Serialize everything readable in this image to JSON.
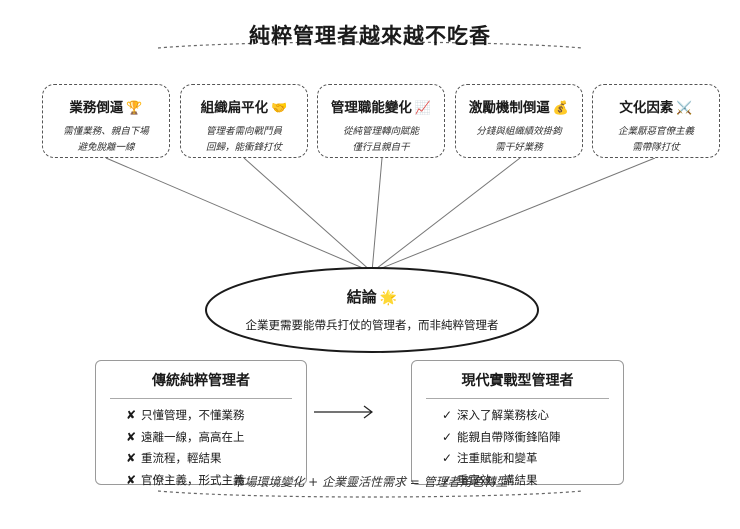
{
  "title": "純粹管理者越來越不吃香",
  "factors": [
    {
      "heading": "業務倒逼",
      "icon": "trophy-icon",
      "emoji": "🏆",
      "lines": [
        "需懂業務、親自下場",
        "避免脫離一線"
      ]
    },
    {
      "heading": "組織扁平化",
      "icon": "handshake-icon",
      "emoji": "🤝",
      "lines": [
        "管理者需向戰鬥員",
        "回歸，能衝鋒打仗"
      ]
    },
    {
      "heading": "管理職能變化",
      "icon": "chart-increasing-icon",
      "emoji": "📈",
      "lines": [
        "從純管理轉向賦能",
        "僅行且親自干"
      ]
    },
    {
      "heading": "激勵機制倒逼",
      "icon": "money-bag-icon",
      "emoji": "💰",
      "lines": [
        "分錢與組織績效掛鉤",
        "需干好業務"
      ]
    },
    {
      "heading": "文化因素",
      "icon": "crossed-swords-icon",
      "emoji": "⚔️",
      "lines": [
        "企業厭惡官僚主義",
        "需帶隊打仗"
      ]
    }
  ],
  "conclusion": {
    "heading": "結論",
    "icon": "glowing-star-icon",
    "emoji": "🌟",
    "text": "企業更需要能帶兵打仗的管理者，而非純粹管理者"
  },
  "traditional": {
    "heading": "傳統純粹管理者",
    "marker": "✘",
    "items": [
      "只懂管理，不懂業務",
      "遠離一線，高高在上",
      "重流程，輕結果",
      "官僚主義，形式主義"
    ]
  },
  "modern": {
    "heading": "現代實戰型管理者",
    "marker": "✓",
    "items": [
      "深入了解業務核心",
      "能親自帶隊衝鋒陷陣",
      "注重賦能和變革",
      "重實效，講結果"
    ]
  },
  "footer": "市場環境變化 + 企業靈活性需求 = 管理者角色轉型"
}
